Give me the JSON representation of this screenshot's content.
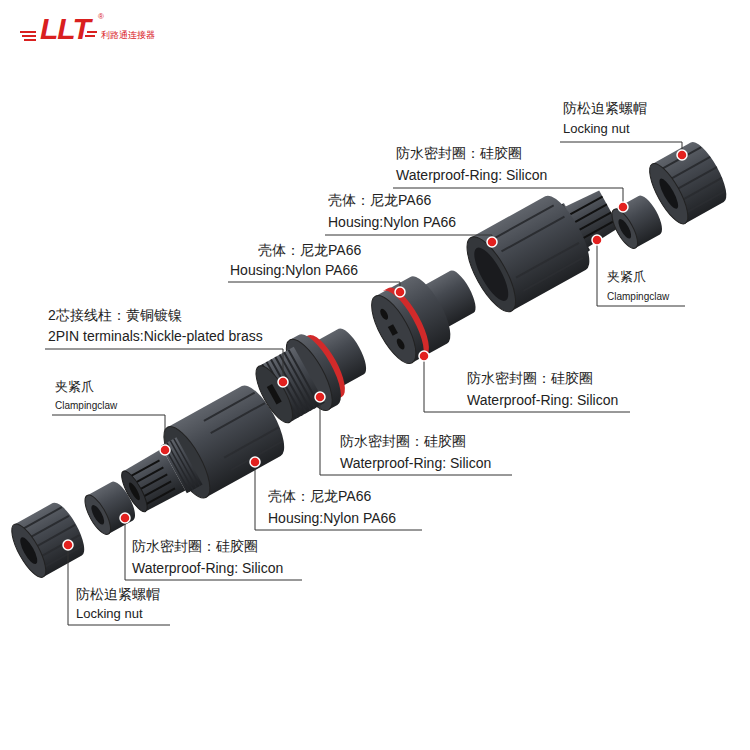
{
  "diagram": {
    "labels": [
      "LLT",
      "®",
      "利路通连接器",
      "防松迫紧螺帽",
      "Locking nut",
      "防水密封圈：硅胶圈",
      "Waterproof-Ring: Silicon",
      "壳体：尼龙PA66",
      "Housing:Nylon PA66",
      "壳体：尼龙PA66",
      "Housing:Nylon PA66",
      "夹紧爪",
      "Clampingclaw",
      "2芯接线柱：黄铜镀镍",
      "2PIN terminals:Nickle-plated brass",
      "防水密封圈：硅胶圈",
      "Waterproof-Ring: Silicon",
      "夹紧爪",
      "Clampingclaw",
      "防水密封圈：硅胶圈",
      "Waterproof-Ring: Silicon",
      "壳体：尼龙PA66",
      "Housing:Nylon PA66",
      "防水密封圈：硅胶圈",
      "Waterproof-Ring: Silicon",
      "防松迫紧螺帽",
      "Locking nut"
    ]
  }
}
